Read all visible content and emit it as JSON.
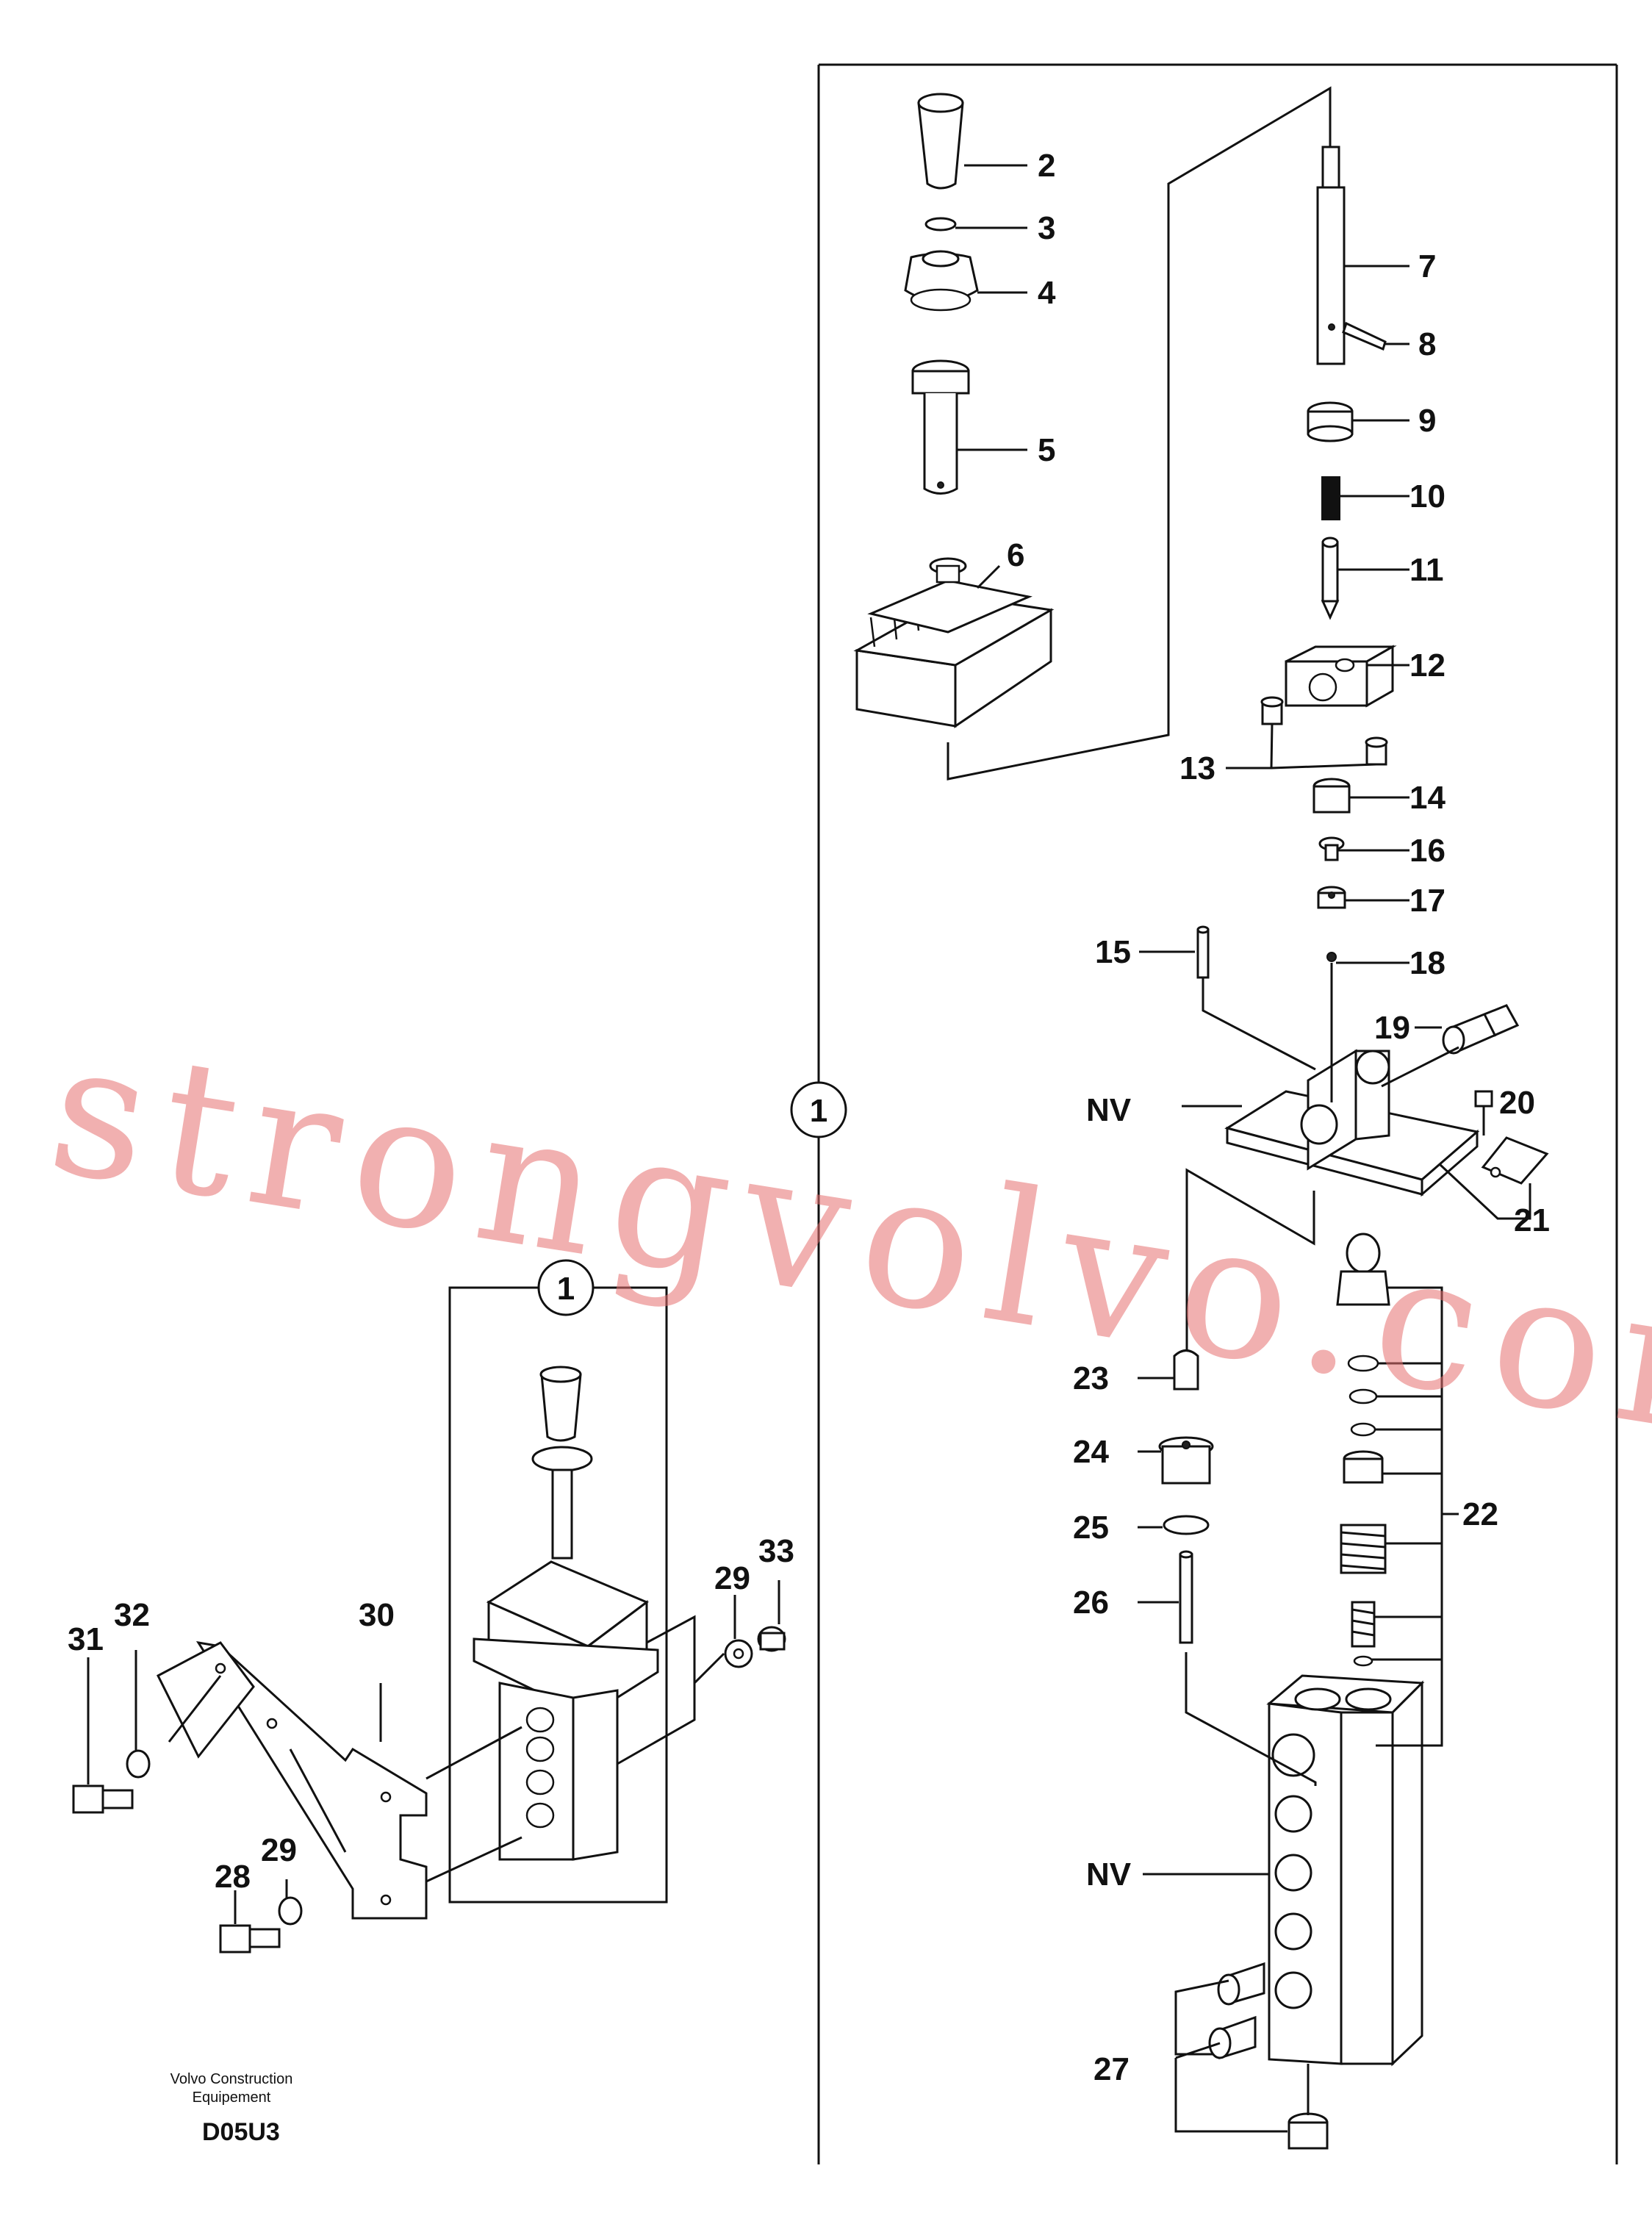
{
  "callout_number": "1",
  "nv_label": "NV",
  "part_labels": [
    "2",
    "3",
    "4",
    "5",
    "6",
    "7",
    "8",
    "9",
    "10",
    "11",
    "12",
    "13",
    "14",
    "16",
    "17",
    "15",
    "18",
    "19",
    "20",
    "21",
    "23",
    "24",
    "25",
    "26",
    "22",
    "27",
    "29",
    "33",
    "32",
    "30",
    "31",
    "28"
  ],
  "watermark": "strongvolvo.com",
  "caption": {
    "line1": "Volvo Construction",
    "line2": "Equipement",
    "code": "D05U3"
  }
}
